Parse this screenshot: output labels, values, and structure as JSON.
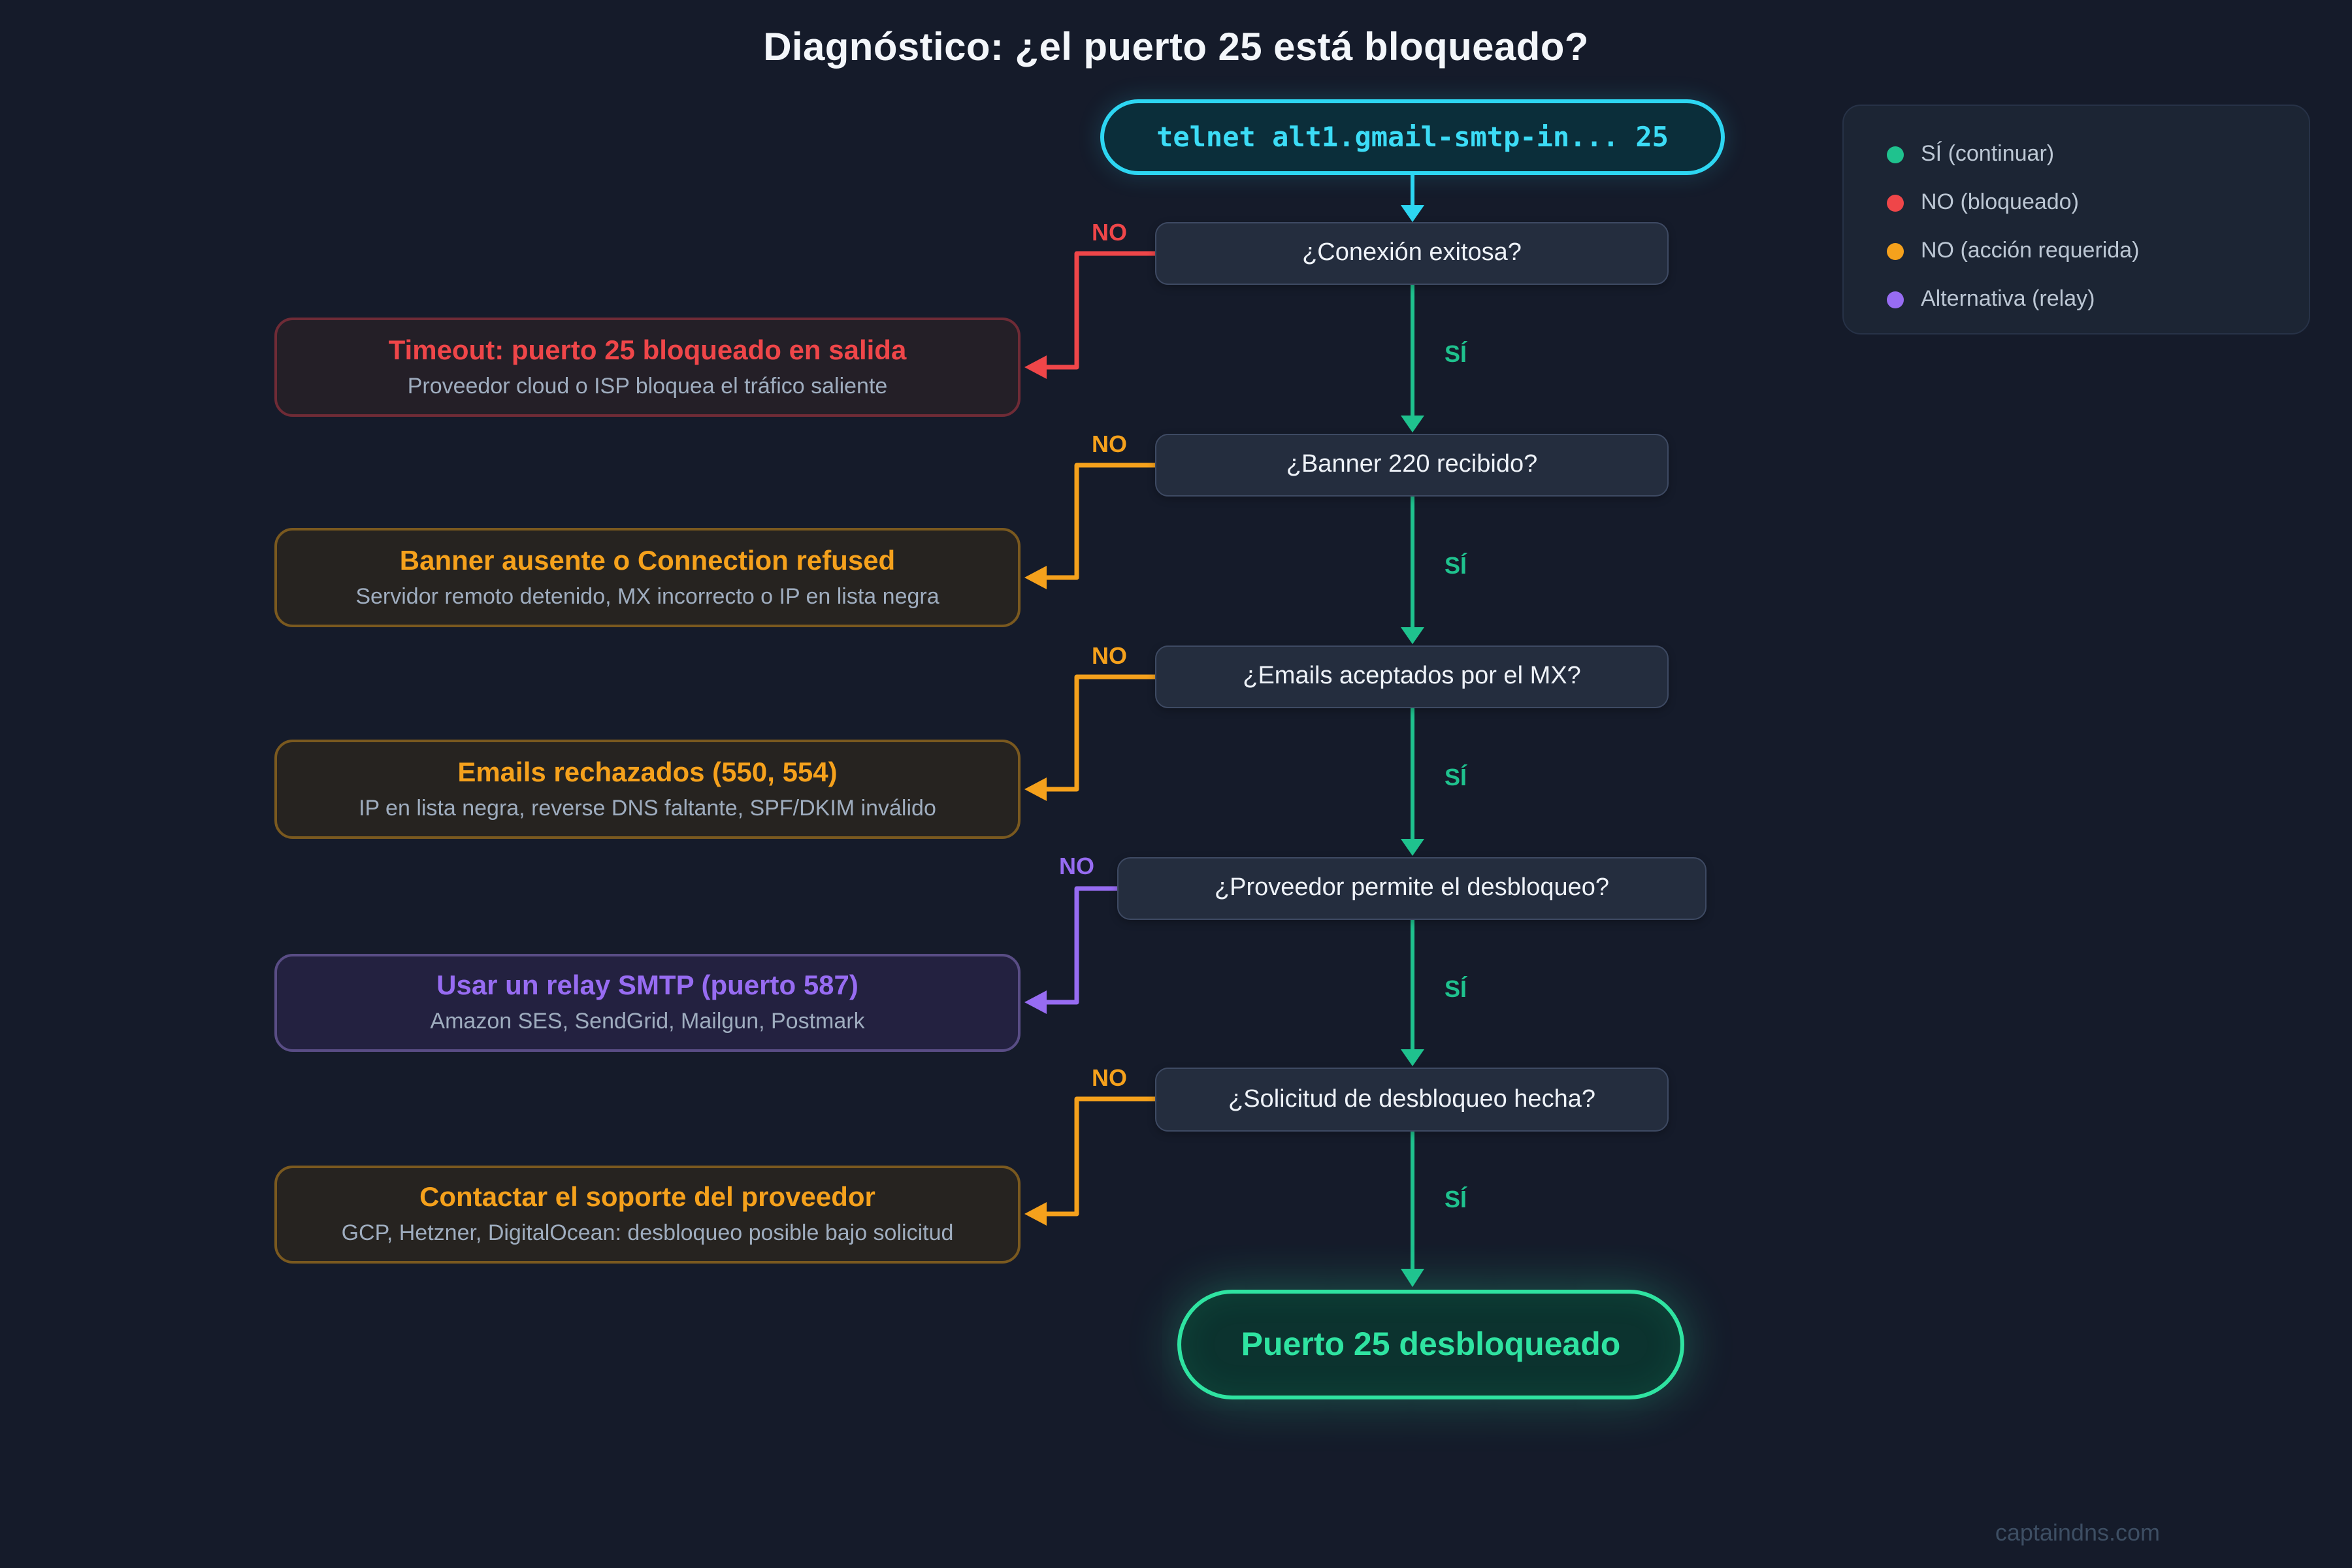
{
  "title": "Diagnóstico: ¿el puerto 25 está bloqueado?",
  "command": {
    "text": "telnet alt1.gmail-smtp-in... 25"
  },
  "legend": {
    "items": [
      {
        "label": "SÍ (continuar)",
        "color": "#1fc28e"
      },
      {
        "label": "NO (bloqueado)",
        "color": "#ef4649"
      },
      {
        "label": "NO (acción requerida)",
        "color": "#f5a11c"
      },
      {
        "label": "Alternativa (relay)",
        "color": "#976cf2"
      }
    ]
  },
  "edges": {
    "yes_label": "SÍ",
    "no_label": "NO"
  },
  "questions": [
    {
      "label": "¿Conexión exitosa?"
    },
    {
      "label": "¿Banner 220 recibido?"
    },
    {
      "label": "¿Emails aceptados por el MX?"
    },
    {
      "label": "¿Proveedor permite el desbloqueo?"
    },
    {
      "label": "¿Solicitud de desbloqueo hecha?"
    }
  ],
  "answers": [
    {
      "type": "blocked",
      "title": "Timeout: puerto 25 bloqueado en salida",
      "subtitle": "Proveedor cloud o ISP bloquea el tráfico saliente"
    },
    {
      "type": "action",
      "title": "Banner ausente o Connection refused",
      "subtitle": "Servidor remoto detenido, MX incorrecto o IP en lista negra"
    },
    {
      "type": "action",
      "title": "Emails rechazados (550, 554)",
      "subtitle": "IP en lista negra, reverse DNS faltante, SPF/DKIM inválido"
    },
    {
      "type": "alt",
      "title": "Usar un relay SMTP (puerto 587)",
      "subtitle": "Amazon SES, SendGrid, Mailgun, Postmark"
    },
    {
      "type": "action",
      "title": "Contactar el soporte del proveedor",
      "subtitle": "GCP, Hetzner, DigitalOcean: desbloqueo posible bajo solicitud"
    }
  ],
  "final": {
    "label": "Puerto 25 desbloqueado"
  },
  "watermark": "captaindns.com",
  "colors": {
    "yes": "#1fc28e",
    "blocked": "#ef4649",
    "action": "#f5a11c",
    "alt": "#976cf2",
    "cyan": "#2dd6f2",
    "success": "#2fe3a1"
  }
}
